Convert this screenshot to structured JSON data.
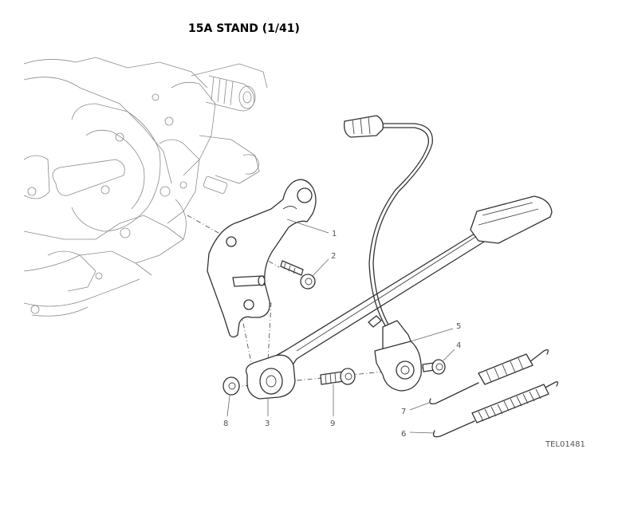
{
  "title": "15A STAND (1/41)",
  "callouts": [
    {
      "id": "callout-1",
      "label": "1"
    },
    {
      "id": "callout-2",
      "label": "2"
    },
    {
      "id": "callout-3",
      "label": "3"
    },
    {
      "id": "callout-4",
      "label": "4"
    },
    {
      "id": "callout-5",
      "label": "5"
    },
    {
      "id": "callout-6",
      "label": "6"
    },
    {
      "id": "callout-7",
      "label": "7"
    },
    {
      "id": "callout-8",
      "label": "8"
    },
    {
      "id": "callout-9",
      "label": "9"
    }
  ],
  "reference_code": "TEL01481"
}
